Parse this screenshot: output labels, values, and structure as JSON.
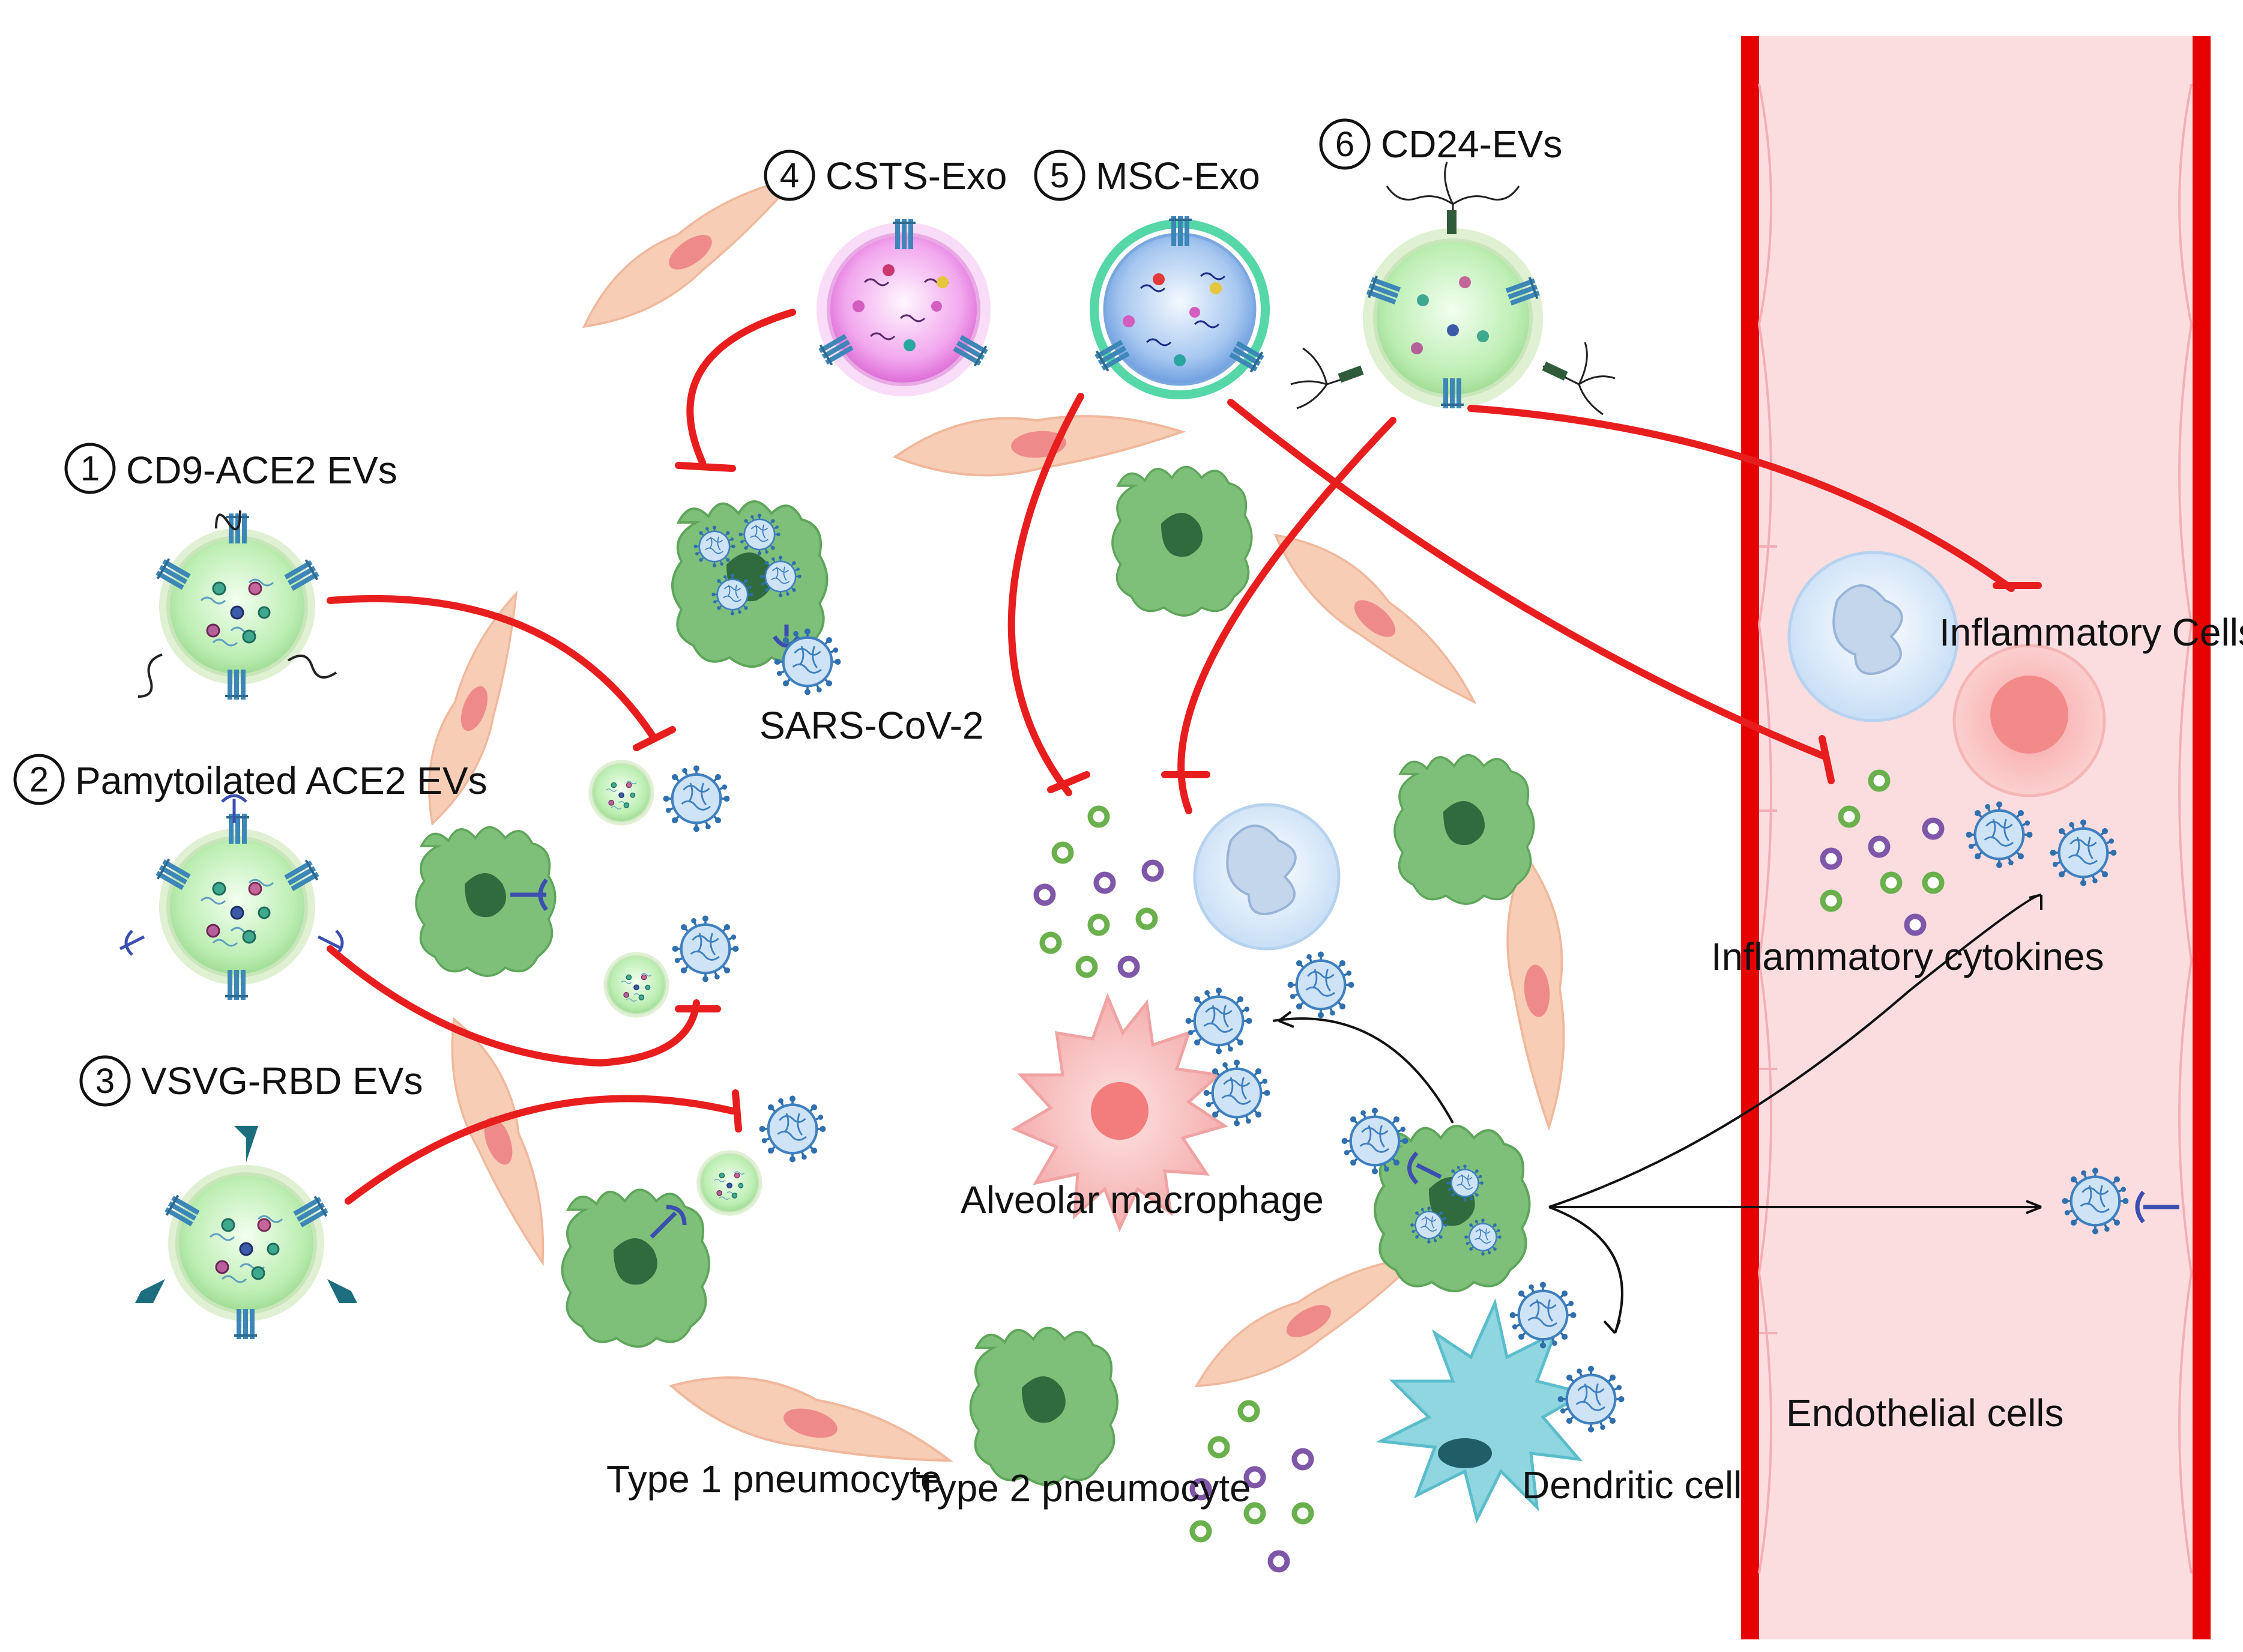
{
  "labels": {
    "ev1": "CD9-ACE2 EVs",
    "ev2": "Pamytoilated ACE2 EVs",
    "ev3": "VSVG-RBD EVs",
    "ev4": "CSTS-Exo",
    "ev5": "MSC-Exo",
    "ev6": "CD24-EVs",
    "sars": "SARS-CoV-2",
    "alveolar": "Alveolar macrophage",
    "type1": "Type 1 pneumocyte",
    "type2": "Type 2 pneumocyte",
    "dendritic": "Dendritic cell",
    "inflam_cells": "Inflammatory Cells",
    "inflam_cyto": "Inflammatory cytokines",
    "endothelial": "Endothelial cells"
  },
  "numbers": {
    "n1": "1",
    "n2": "2",
    "n3": "3",
    "n4": "4",
    "n5": "5",
    "n6": "6"
  },
  "colors": {
    "inhibit": "#e81e1e",
    "vessel_wall": "#e60000",
    "vessel_fill": "#fbdde0",
    "ev_fill": "#bff0b4",
    "pneumocyte": "#7cc27a",
    "virus": "#4a8ec7",
    "cytokine_green": "#6ab04c",
    "cytokine_purple": "#7e57a8",
    "alveolar_wall": "#f6cbb0"
  }
}
